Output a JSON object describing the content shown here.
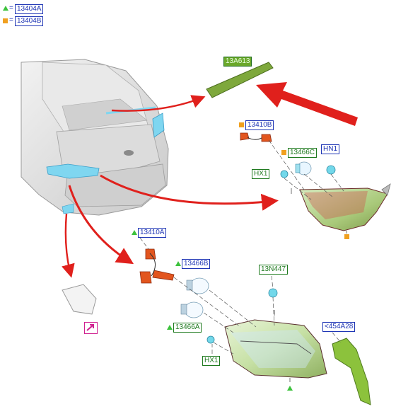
{
  "legend": [
    {
      "marker": "triangle",
      "code": "13404A"
    },
    {
      "marker": "square",
      "code": "13404B"
    }
  ],
  "callouts": {
    "high_mount_lamp": "13A613",
    "bulb_socket_upper": "13410B",
    "bulb_upper": "13466C",
    "socket_hn": "HN1",
    "socket_hx_upper": "HX1",
    "bulb_socket_lower": "13410A",
    "bulb_lower_1": "13466B",
    "bulb_lower_2": "13466A",
    "fastener": "13N447",
    "hx_lower": "HX1",
    "trim_panel": "<454A28"
  },
  "marker_colors": {
    "triangle": "#3cc23c",
    "square": "#f0a020"
  },
  "arrow_color": "#e0201c",
  "link_icon": "external-link-icon"
}
